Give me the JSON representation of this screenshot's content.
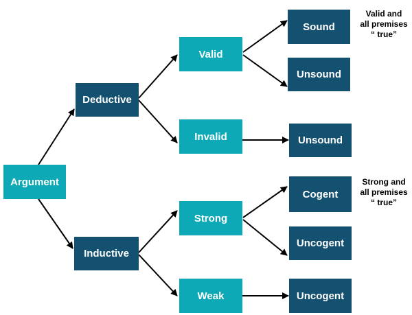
{
  "nodes": {
    "argument": "Argument",
    "deductive": "Deductive",
    "inductive": "Inductive",
    "valid": "Valid",
    "invalid": "Invalid",
    "strong": "Strong",
    "weak": "Weak",
    "sound": "Sound",
    "unsound_valid": "Unsound",
    "unsound_invalid": "Unsound",
    "cogent": "Cogent",
    "uncogent_strong": "Uncogent",
    "uncogent_weak": "Uncogent"
  },
  "notes": {
    "sound": [
      "Valid and",
      "all premises",
      "“ true”"
    ],
    "cogent": [
      "Strong and",
      "all premises",
      "“ true”"
    ]
  },
  "colors": {
    "dark_box": "#14506f",
    "teal_box": "#0ea9b7",
    "arrow": "#000000"
  }
}
